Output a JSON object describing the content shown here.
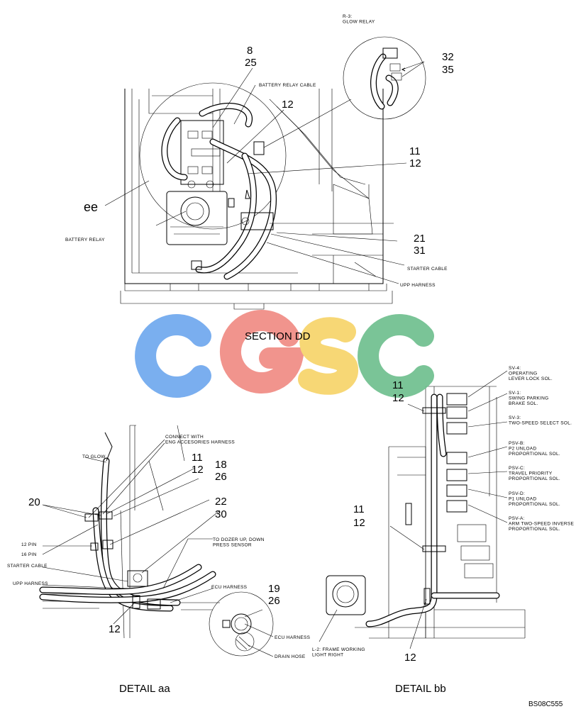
{
  "logo": {
    "letters": [
      "C",
      "G",
      "S",
      "C"
    ],
    "colors": [
      "#6fa8ee",
      "#f08c84",
      "#f7d46a",
      "#6fbf8f"
    ]
  },
  "section_dd": {
    "title": "SECTION DD",
    "glow_relay": "R-3:\nGLOW RELAY",
    "battery_relay_cable": "BATTERY RELAY CABLE",
    "battery_relay": "BATTERY RELAY",
    "starter_cable": "STARTER CABLE",
    "upp_harness": "UPP HARNESS",
    "detail_ee": "ee",
    "callouts": {
      "n8": "8",
      "n25": "25",
      "n12a": "12",
      "n11": "11",
      "n12b": "12",
      "n32": "32",
      "n35": "35",
      "n21": "21",
      "n31": "31"
    }
  },
  "detail_aa": {
    "title": "DETAIL aa",
    "connect_with": "CONNECT WITH\nENG ACCESORIES HARNESS",
    "to_glow": "TO GLOW",
    "pin12": "12 PIN",
    "pin16": "16 PIN",
    "starter_cable": "STARTER CABLE",
    "upp_harness": "UPP HARNESS",
    "to_dozer": "TO DOZER UP, DOWN\nPRESS SENSOR",
    "ecu_harness_a": "ECU HARNESS",
    "ecu_harness_b": "ECU HARNESS",
    "drain_hose": "DRAIN HOSE",
    "callouts": {
      "n11": "11",
      "n12a": "12",
      "n18": "18",
      "n26a": "26",
      "n20": "20",
      "n22": "22",
      "n30": "30",
      "n19": "19",
      "n26b": "26",
      "n12b": "12"
    }
  },
  "detail_bb": {
    "title": "DETAIL bb",
    "sv4": "SV-4:\nOPERATING\nLEVER LOCK SOL.",
    "sv1": "SV-1:\nSWING PARKING\nBRAKE SOL.",
    "sv3": "SV-3:\nTWO-SPEED SELECT SOL.",
    "psvb": "PSV-B:\nP2 UNLOAD\nPROPORTIONAL SOL.",
    "psvc": "PSV-C:\nTRAVEL PRIORITY\nPROPORTIONAL SOL.",
    "psvd": "PSV-D:\nP1 UNLOAD\nPROPORTIONAL SOL.",
    "psva": "PSV-A:\nARM TWO-SPEED INVERSE\nPROPORTIONAL SOL.",
    "l2": "L-2: FRAME WORKING\nLIGHT RIGHT",
    "callouts": {
      "n11a": "11",
      "n12a": "12",
      "n11b": "11",
      "n12b": "12",
      "n12c": "12"
    }
  },
  "drawing_code": "BS08C555"
}
